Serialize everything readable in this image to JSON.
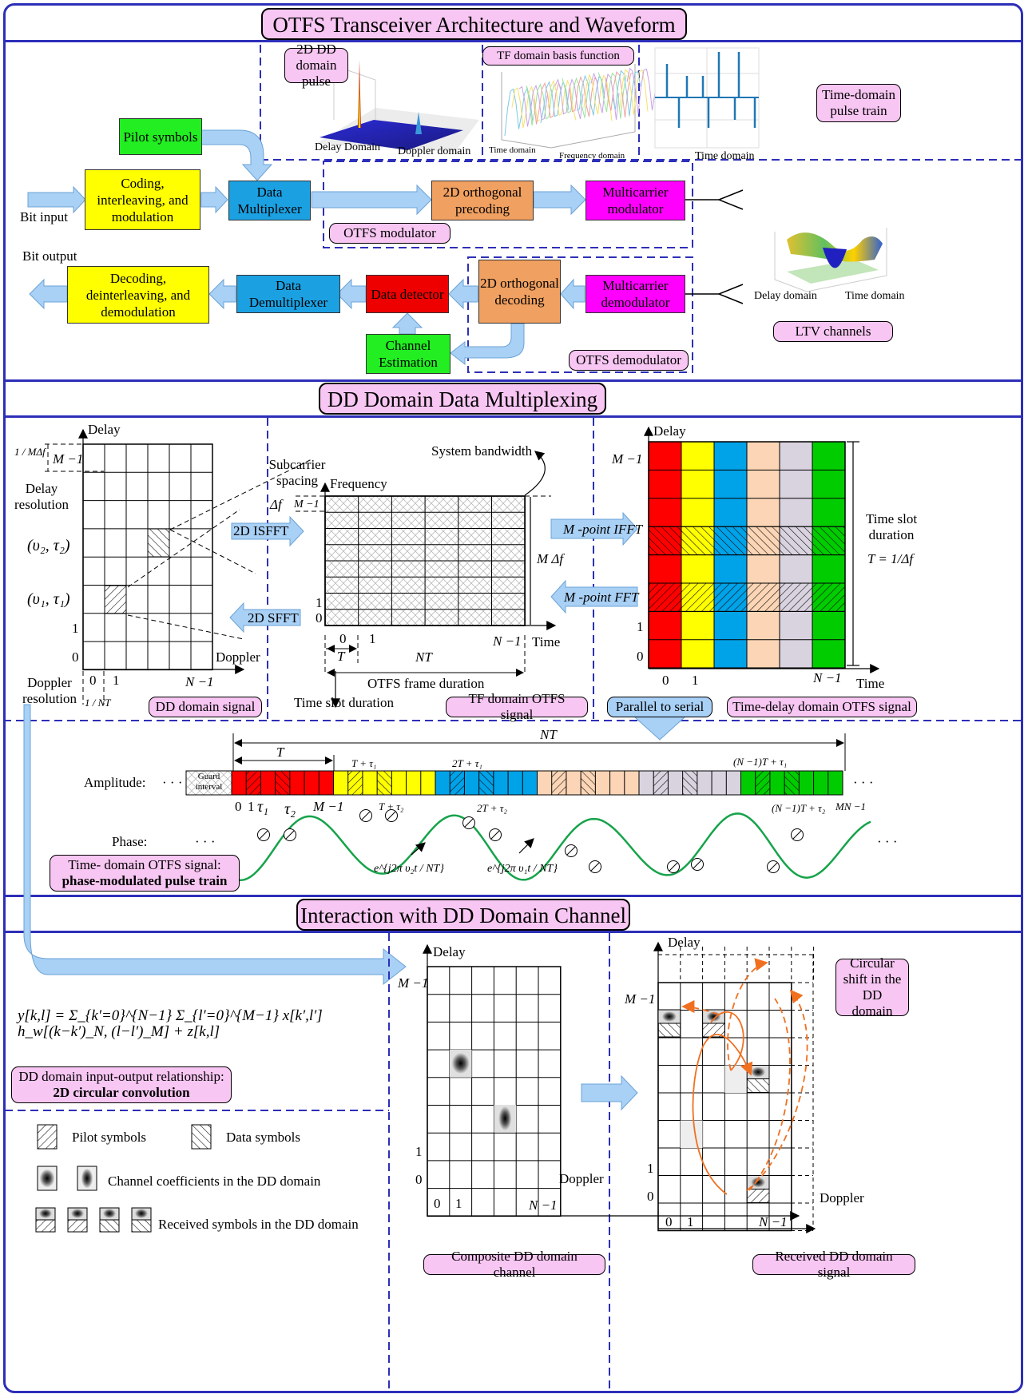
{
  "sections": {
    "s1_title": "OTFS Transceiver Architecture and Waveform",
    "s2_title": "DD Domain Data Multiplexing",
    "s3_title": "Interaction with DD Domain Channel"
  },
  "transceiver": {
    "pulse_2d_dd": "2D DD domain pulse",
    "pulse_axis_delay": "Delay Domain",
    "pulse_axis_doppler": "Doppler domain",
    "tf_basis": "TF domain basis function",
    "tf_axis_time": "Time domain",
    "tf_axis_freq": "Frequency domain",
    "pulse_train_axis": "Time domain",
    "time_pulse_train": "Time-domain pulse train",
    "pilot_symbols": "Pilot symbols",
    "coding": "Coding, interleaving, and modulation",
    "bit_input": "Bit input",
    "data_mux": "Data Multiplexer",
    "precoding": "2D orthogonal precoding",
    "mc_modulator": "Multicarrier modulator",
    "otfs_modulator": "OTFS modulator",
    "bit_output": "Bit output",
    "decoding": "Decoding, deinterleaving, and demodulation",
    "data_demux": "Data Demultiplexer",
    "data_detector": "Data detector",
    "orth_decoding": "2D orthogonal decoding",
    "mc_demodulator": "Multicarrier demodulator",
    "channel_estimation": "Channel Estimation",
    "otfs_demodulator": "OTFS demodulator",
    "ch_axis_delay": "Delay domain",
    "ch_axis_time": "Time  domain",
    "ltv_channels": "LTV channels"
  },
  "multiplexing": {
    "delay": "Delay",
    "doppler": "Doppler",
    "m_minus_1": "M −1",
    "n_minus_1": "N −1",
    "delay_res_frac": "1 / MΔf",
    "delay_resolution": "Delay resolution",
    "point2": "(υ₂, τ₂)",
    "point1": "(υ₁, τ₁)",
    "one": "1",
    "zero": "0",
    "doppler_resolution": "Doppler resolution",
    "doppler_res_frac": "1 / NT",
    "dd_domain_signal": "DD domain signal",
    "isfft": "2D ISFFT",
    "sfft": "2D SFFT",
    "subcarrier_spacing": "Subcarrier spacing",
    "frequency": "Frequency",
    "delta_f": "Δf",
    "system_bandwidth": "System bandwidth",
    "m_delta_f": "M Δf",
    "time": "Time",
    "t_label": "T",
    "nt_label": "NT",
    "otfs_frame_duration": "OTFS frame duration",
    "time_slot_duration": "Time slot duration",
    "tf_domain_signal": "TF domain OTFS signal",
    "ifft": "M -point IFFT",
    "fft": "M -point FFT",
    "time_slot_duration2": "Time slot duration",
    "t_eq": "T = 1/Δf",
    "time_delay_signal": "Time-delay domain OTFS signal",
    "parallel_to_serial": "Parallel to serial",
    "column_colors": [
      "#ff0000",
      "#ffff00",
      "#00a2e8",
      "#fbd5b5",
      "#d9d3e0",
      "#00cc00"
    ]
  },
  "waveform": {
    "nt": "NT",
    "t": "T",
    "amplitude": "Amplitude:",
    "ellipsis": "· · ·",
    "guard_interval": "Guard interval",
    "t_tau1": "T + τ₁",
    "two_t_tau1": "2T + τ₁",
    "n1_t_tau1": "(N −1)T + τ₁",
    "zero": "0",
    "one": "1",
    "tau1": "τ₁",
    "tau2": "τ₂",
    "m_minus_1": "M −1",
    "t_tau2": "T + τ₂",
    "two_t_tau2": "2T + τ₂",
    "n1_t_tau2": "(N −1)T + τ₂",
    "mn_minus_1": "MN −1",
    "phase": "Phase:",
    "exp1": "e^{j2π υ₂t / NT}",
    "exp2": "e^{j2π υ₁t / NT}",
    "time_domain_signal": "Time- domain OTFS signal:",
    "phase_modulated": "phase-modulated pulse train"
  },
  "channel": {
    "equation": "y[k,l] = Σ_{k′=0}^{N−1} Σ_{l′=0}^{M−1} x[k′,l′] h_w[(k−k′)_N, (l−l′)_M] + z[k,l]",
    "io_relationship": "DD domain input-output relationship:",
    "circular_conv": "2D circular convolution",
    "pilot_symbols": "Pilot symbols",
    "data_symbols": "Data symbols",
    "channel_coeffs": "Channel coefficients in the DD domain",
    "received_symbols": "Received symbols in the DD domain",
    "delay": "Delay",
    "doppler": "Doppler",
    "m_minus_1": "M −1",
    "n_minus_1": "N −1",
    "one": "1",
    "zero": "0",
    "composite_channel": "Composite DD domain channel",
    "circular_shift": "Circular shift in the DD domain",
    "received_signal": "Received DD domain signal"
  },
  "colors": {
    "frame_blue": "#2d2fb8",
    "tag_pink": "#f7c6f2",
    "arrow_blue": "#a9d0f5",
    "yellow_block": "#ffff00",
    "blue_block": "#1ba1e2",
    "orange_block": "#f0a060",
    "magenta_block": "#ff00ff",
    "green_block": "#22ee22",
    "red_block": "#ee0000",
    "wave_green": "#16a34a",
    "shift_orange": "#f07020"
  }
}
